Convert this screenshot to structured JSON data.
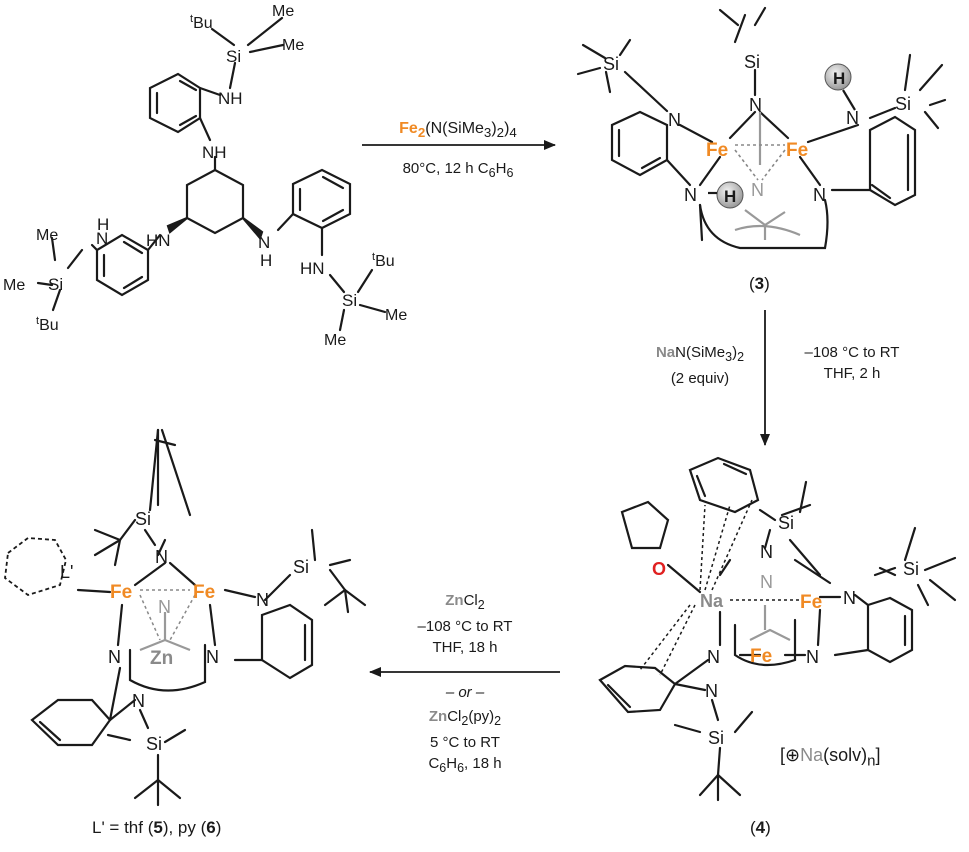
{
  "colors": {
    "fe": "#f08a24",
    "na": "#8a8a8a",
    "zn": "#8a8a8a",
    "o": "#e02020",
    "bond": "#1a1a1a",
    "gray_bond": "#999999"
  },
  "atoms": {
    "fe": "Fe",
    "n": "N",
    "h": "H",
    "si": "Si",
    "na": "Na",
    "zn": "Zn",
    "o": "O",
    "nh": "NH",
    "hn": "HN",
    "me": "Me",
    "tbu": "Bu",
    "t": "t",
    "l": "L'"
  },
  "step1": {
    "reagent_metal": "Fe",
    "reagent_sub": "2",
    "reagent_rest": "(N(SiMe",
    "reagent_sub2": "3",
    "reagent_rest2": ")",
    "reagent_sub3": "2",
    "reagent_rest3": ")",
    "reagent_sub4": "4",
    "conditions": "80°C, 12 h C",
    "c6": "6",
    "h6": "H",
    "h6sub": "6"
  },
  "step2": {
    "reagent_metal": "Na",
    "reagent_rest": "N(SiMe",
    "sub3": "3",
    "rest2": ")",
    "sub2": "2",
    "equiv": "(2 equiv)",
    "temp": "–108 °C to RT",
    "solvent": "THF, 2 h"
  },
  "step3": {
    "reagent1_metal": "Zn",
    "reagent1_rest": "Cl",
    "reagent1_sub": "2",
    "temp1": "–108 °C to RT",
    "solvent1": "THF, 18 h",
    "or": "– or –",
    "reagent2_metal": "Zn",
    "reagent2_rest": "Cl",
    "reagent2_sub": "2",
    "reagent2_rest2": "(py)",
    "reagent2_sub2": "2",
    "temp2": "5 °C to RT",
    "solvent2_a": "C",
    "solvent2_sub1": "6",
    "solvent2_b": "H",
    "solvent2_sub2": "6",
    "solvent2_c": ", 18 h"
  },
  "labels": {
    "c3_open": "(",
    "c3": "3",
    "c3_close": ")",
    "c4_open": "(",
    "c4": "4",
    "c4_close": ")",
    "counter_open": "[",
    "counter_plus": "⊕",
    "counter_na": "Na",
    "counter_rest": "(solv)",
    "counter_sub": "n",
    "counter_close": "]",
    "lprime": "L' = thf (",
    "c5": "5",
    "mid": "), py (",
    "c6": "6",
    "end": ")"
  }
}
